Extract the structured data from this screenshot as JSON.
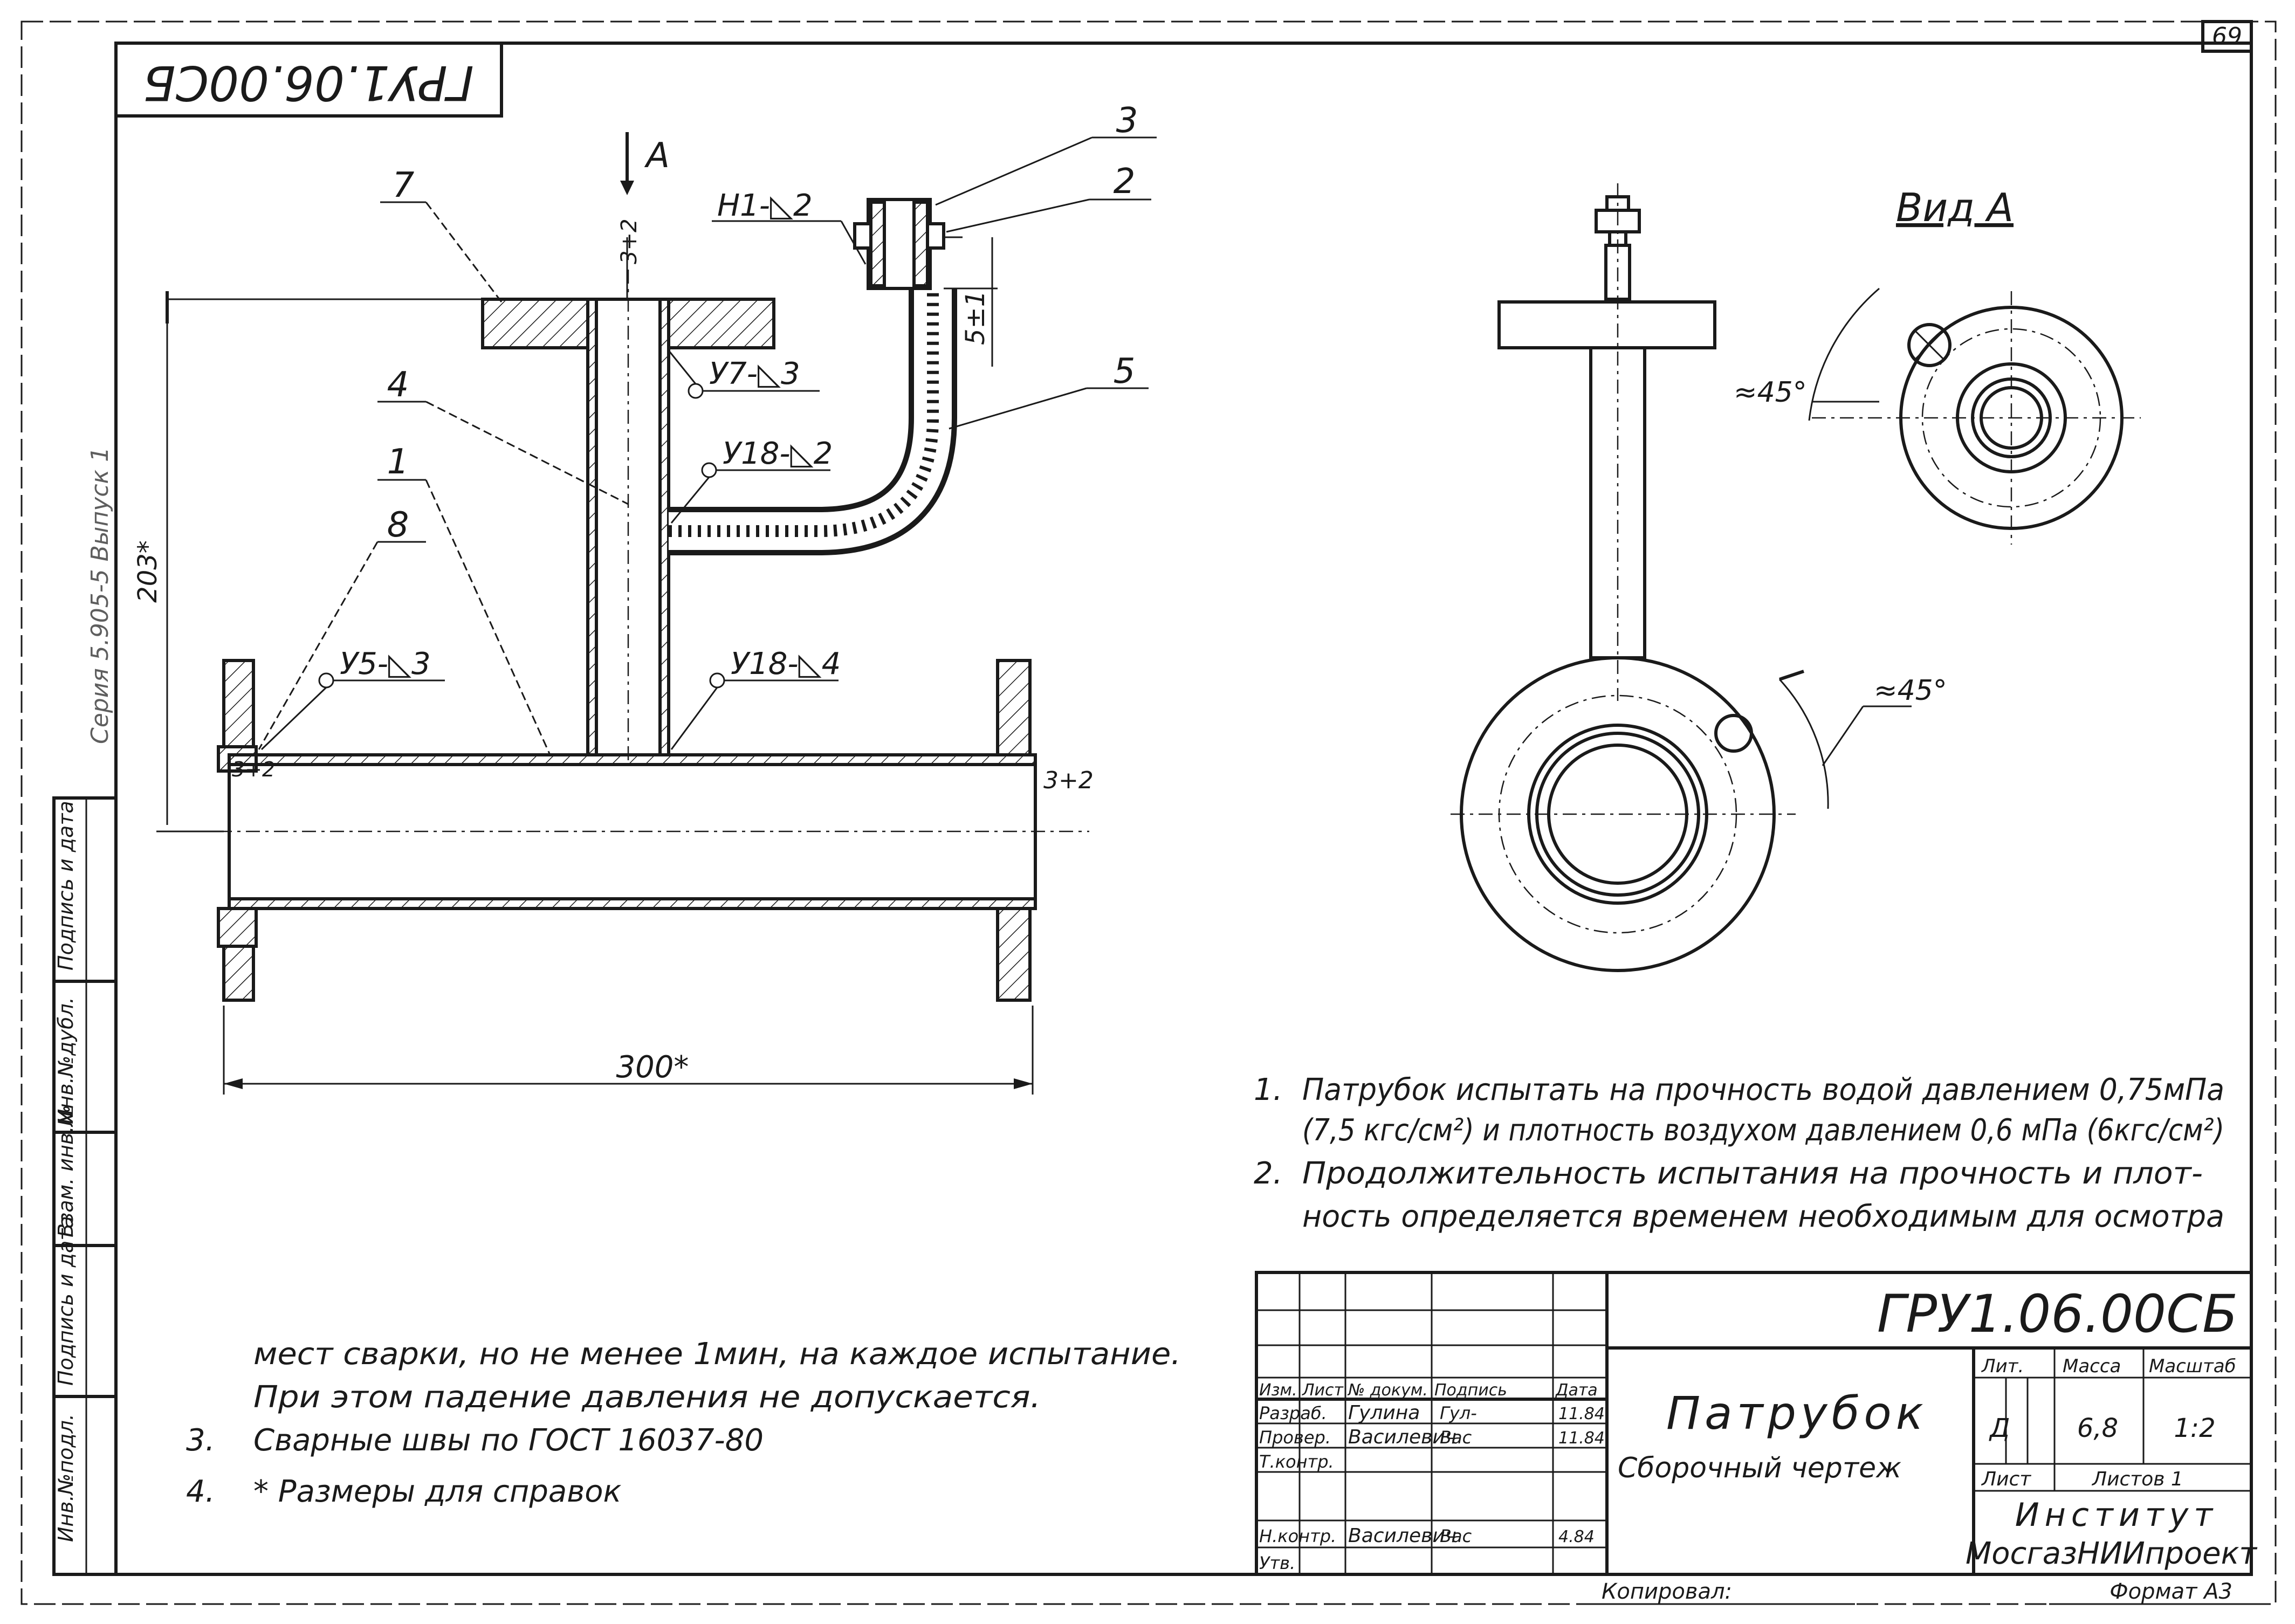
{
  "sheet": {
    "page_number": "69",
    "top_stamp": "ГРУ1.06.00СБ",
    "view_a_title": "Вид А",
    "section_mark": "А",
    "format": "Формат А3",
    "copied_by": "Копировал:"
  },
  "drawing": {
    "callouts": [
      "1",
      "2",
      "3",
      "4",
      "5",
      "7",
      "8"
    ],
    "dim_total_length": "300*",
    "dim_height": "203*",
    "dim_wall_left": "3+2",
    "dim_wall_right": "3+2",
    "dim_top_weld": "3+2",
    "dim_nipple": "5±1",
    "weld_h1": "Н1-◺2",
    "weld_u7": "У7-◺3",
    "weld_u18_top": "У18-◺2",
    "weld_u5": "У5-◺3",
    "weld_u18_bottom": "У18-◺4",
    "angle_1": "≈45°",
    "angle_2": "≈45°"
  },
  "notes": [
    {
      "num": "1.",
      "text": "Патрубок испытать на прочность водой давлением 0,75мПа"
    },
    {
      "num": "",
      "text": "(7,5 кгс/см²) и плотность воздухом давлением 0,6 мПа (6кгс/см²)"
    },
    {
      "num": "2.",
      "text": "Продолжительность испытания на прочность и плот-"
    },
    {
      "num": "",
      "text": "ность определяется временем необходимым для осмотра"
    },
    {
      "num": "",
      "text": "мест сварки, но не менее 1мин, на каждое испытание."
    },
    {
      "num": "",
      "text": "При этом падение давления не допускается."
    },
    {
      "num": "3.",
      "text": "Сварные швы по ГОСТ 16037-80"
    },
    {
      "num": "4.",
      "text": "* Размеры для справок"
    }
  ],
  "side_stamp": {
    "labels": [
      "Инв.№подл.",
      "Подпись и дата",
      "Взам. инв.№",
      "Инв.№дубл.",
      "Подпись и дата"
    ],
    "handwritten": "Серия 5.905-5   Выпуск 1"
  },
  "title_block": {
    "designation": "ГРУ1.06.00СБ",
    "title": "Патрубок",
    "subtitle": "Сборочный чертеж",
    "header_row": [
      "Изм.",
      "Лист",
      "№ докум.",
      "Подпись",
      "Дата"
    ],
    "rows": [
      {
        "role": "Разраб.",
        "name": "Гулина",
        "sign": "Гул-",
        "date": "11.84"
      },
      {
        "role": "Провер.",
        "name": "Василевич",
        "sign": "Вас",
        "date": "11.84"
      },
      {
        "role": "Т.контр.",
        "name": "",
        "sign": "",
        "date": ""
      },
      {
        "role": "Н.контр.",
        "name": "Василевич",
        "sign": "Вас",
        "date": "4.84"
      },
      {
        "role": "Утв.",
        "name": "",
        "sign": "",
        "date": ""
      }
    ],
    "lit_label": "Лит.",
    "mass_label": "Масса",
    "scale_label": "Масштаб",
    "lit_value": "Д",
    "mass_value": "6,8",
    "scale_value": "1:2",
    "sheet_label": "Лист",
    "sheets_label": "Листов 1",
    "org_line1": "Институт",
    "org_line2": "МосгазНИИпроект"
  }
}
